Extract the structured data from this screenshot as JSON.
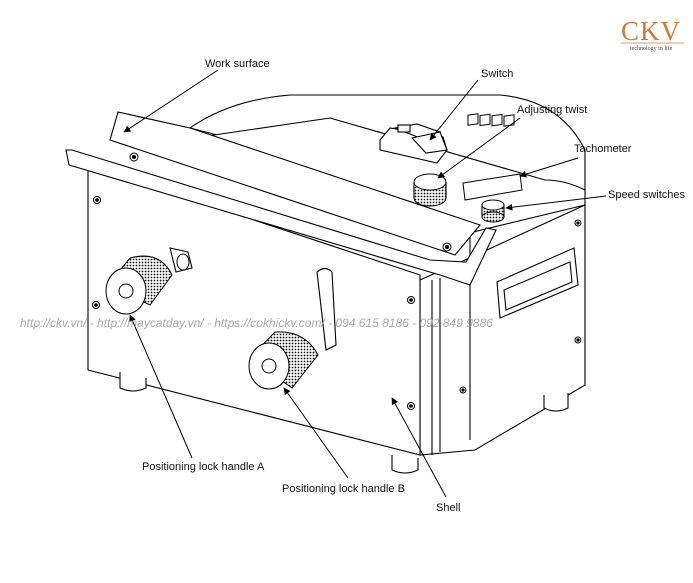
{
  "brand": {
    "name": "CKV",
    "tagline": "technology in life",
    "accent_color": "#d9782b"
  },
  "watermark": {
    "text": "http://ckv.vn/ - http://maycatday.vn/ - https://cokhickv.com/ - 094 615 8186 - 092 849 9886"
  },
  "labels": {
    "work_surface": "Work surface",
    "switch": "Switch",
    "adjusting_twist": "Adjusting twist",
    "tachometer": "Tachometer",
    "speed_switches": "Speed switches",
    "lock_handle_a": "Positioning lock handle A",
    "lock_handle_b": "Positioning lock handle B",
    "shell": "Shell"
  }
}
